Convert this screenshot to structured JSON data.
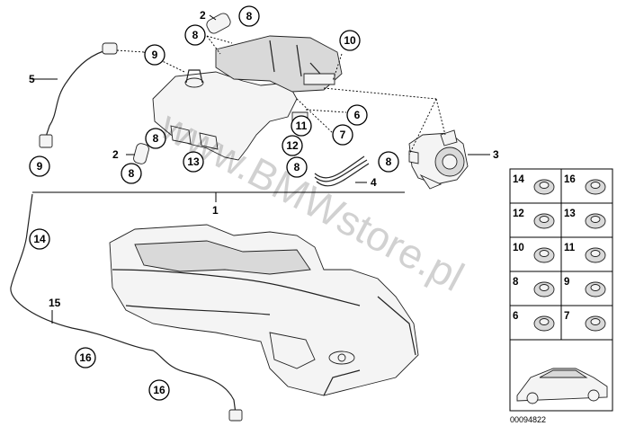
{
  "diagram": {
    "callouts": {
      "c2_top": "2",
      "c8_top_a": "8",
      "c8_top_b": "8",
      "c9_top": "9",
      "c10": "10",
      "c6": "6",
      "c11": "11",
      "c7": "7",
      "c12": "12",
      "c8_mid": "8",
      "c8_right": "8",
      "c8_left": "8",
      "c8_left_b": "8",
      "c13": "13",
      "c9_left": "9",
      "c14": "14",
      "c16_a": "16",
      "c16_b": "16"
    },
    "labels": {
      "l5": "5",
      "l2": "2",
      "l3": "3",
      "l4": "4",
      "l1": "1",
      "l15": "15"
    },
    "grid": [
      {
        "label": "14"
      },
      {
        "label": "16"
      },
      {
        "label": "12"
      },
      {
        "label": "13"
      },
      {
        "label": "10"
      },
      {
        "label": "11"
      },
      {
        "label": "8"
      },
      {
        "label": "9"
      },
      {
        "label": "6"
      },
      {
        "label": "7"
      }
    ],
    "watermark": "www.BMWstore.pl",
    "catalog_number": "00094822"
  }
}
